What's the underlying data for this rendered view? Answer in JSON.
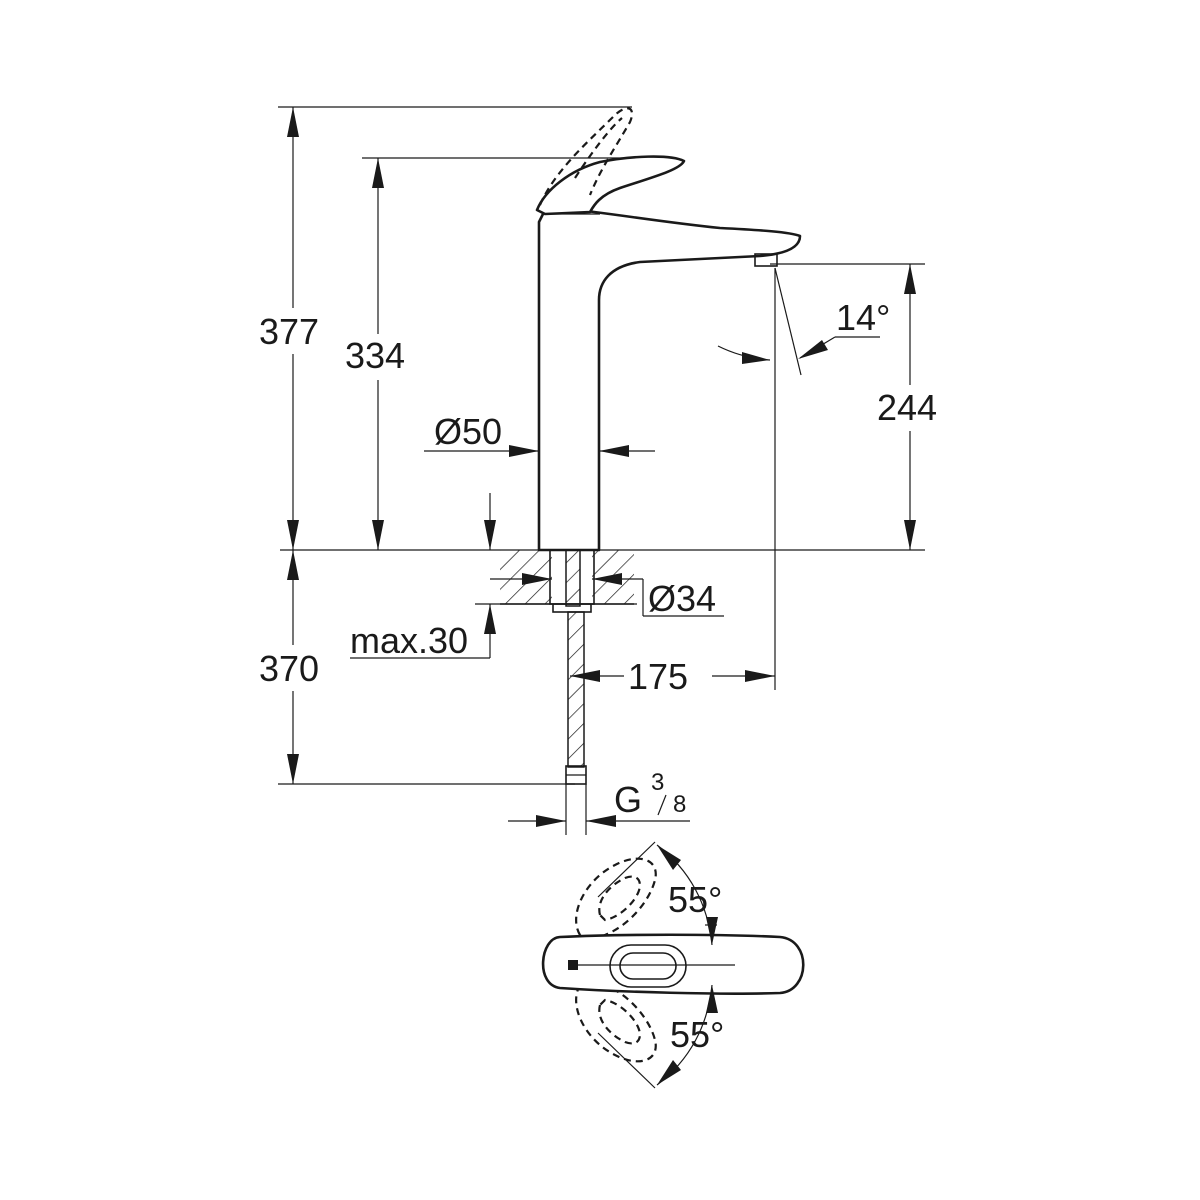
{
  "colors": {
    "line": "#1a1a1a",
    "background": "#ffffff"
  },
  "dimensions": {
    "total_height": "377",
    "lever_height": "334",
    "spout_height": "244",
    "spout_angle": "14°",
    "body_diameter": "Ø50",
    "hole_diameter": "Ø34",
    "max_thickness": "max.30",
    "hose_length": "370",
    "spout_reach": "175",
    "thread": "G",
    "thread_num": "3",
    "thread_den": "8",
    "lever_angle_back": "55°",
    "lever_angle_front": "55°"
  }
}
